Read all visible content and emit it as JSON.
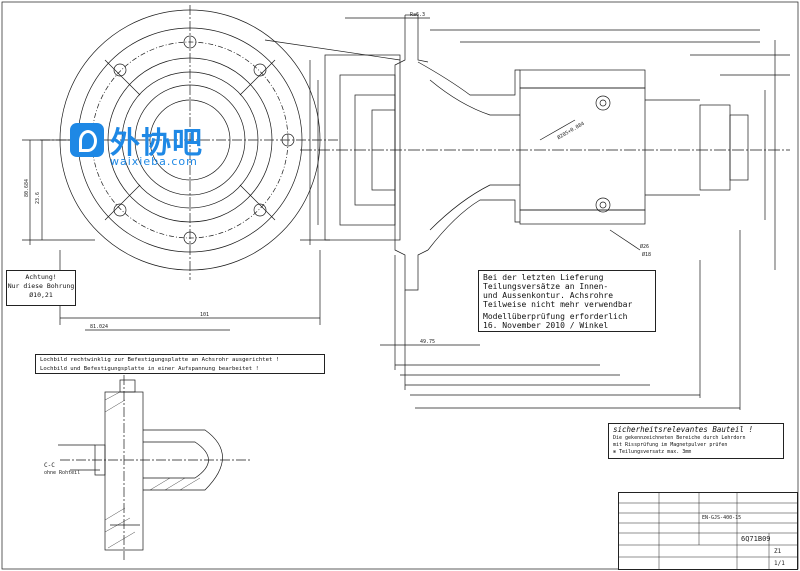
{
  "notes": {
    "attention_lines": [
      "Achtung!",
      "Nur diese Bohrung",
      "Ø10,21"
    ],
    "delivery_lines": [
      "Bei der letzten Lieferung",
      "Teilungsversätze an Innen-",
      "und Aussenkontur. Achsrohre",
      "Teilweise nicht mehr verwendbar"
    ],
    "model_lines": [
      "Modellüberprüfung erforderlich",
      "16. November 2010 / Winkel"
    ],
    "pattern_lines": [
      "Lochbild rechtwinklig zur Befestigungsplatte an Achsrohr ausgerichtet !",
      "Lochbild und Befestigungsplatte in einer Aufspannung bearbeitet !"
    ],
    "safety_title": "sicherheitsrelevantes Bauteil !",
    "safety_lines": [
      "Die gekennzeichneten Bereiche durch Lehrdorn",
      "mit Rissprüfung im Magnetpulver prüfen",
      "⊗ Teilungsversatz max. 3mm"
    ],
    "section_label": "C-C",
    "section_sub": "ohne Rohteil"
  },
  "logo": {
    "chinese": "外协吧",
    "latin": "waixieba.com"
  },
  "dims": {
    "d_left_1": "80.684",
    "d_left_2": "23.6",
    "d_bottom_1": "81.024",
    "d_bottom_2": "101",
    "d_bottom_3": "49.75",
    "d_center": "Ø205+0.084",
    "d_right_1": "Ø26",
    "d_right_2": "Ø18",
    "d_top": "Ra6.3"
  },
  "titleblock": {
    "drawing_no": "6Q71B09",
    "sheet": "1/1",
    "material": "EN-GJS-400-15",
    "revision": "Z1"
  },
  "colors": {
    "line": "#1a1a1a",
    "accent": "#1e88e5"
  }
}
